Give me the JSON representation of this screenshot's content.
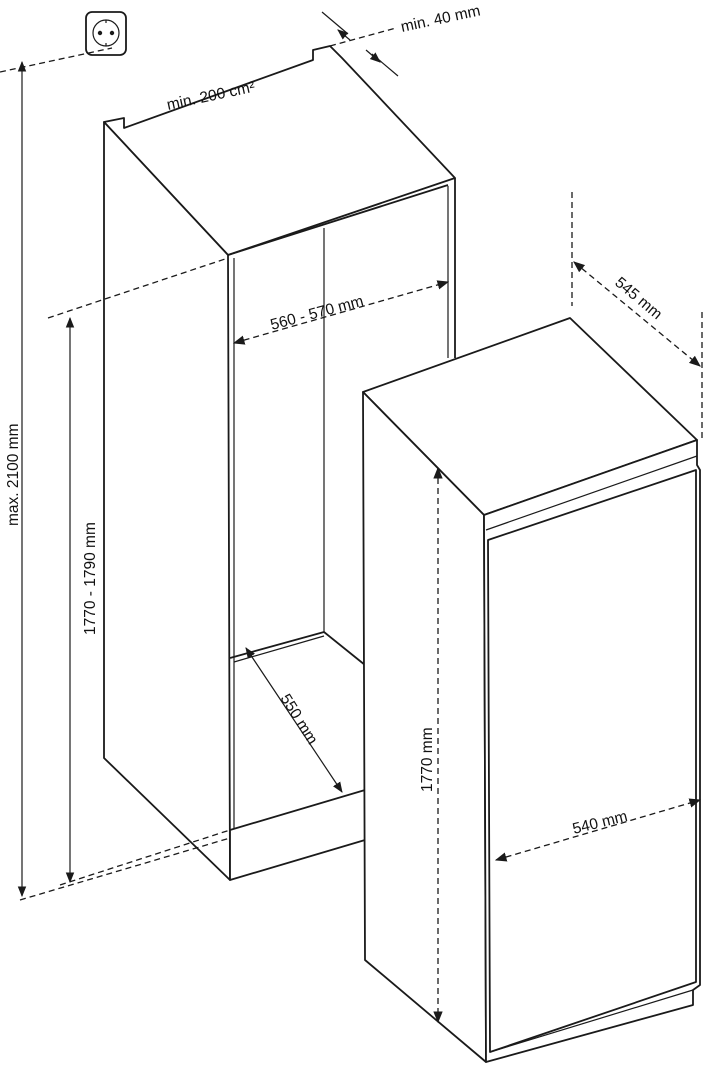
{
  "labels": {
    "ventilation_gap": "min. 40 mm",
    "ventilation_area": "min. 200 cm²",
    "niche_width": "560 - 570 mm",
    "niche_height": "1770 - 1790 mm",
    "max_height": "max. 2100 mm",
    "niche_depth": "550 mm",
    "appliance_depth": "545 mm",
    "appliance_height": "1770 mm",
    "appliance_width": "540 mm"
  },
  "icons": {
    "socket": "power-socket-icon"
  },
  "colors": {
    "line": "#1a1a1a",
    "background": "#ffffff"
  }
}
